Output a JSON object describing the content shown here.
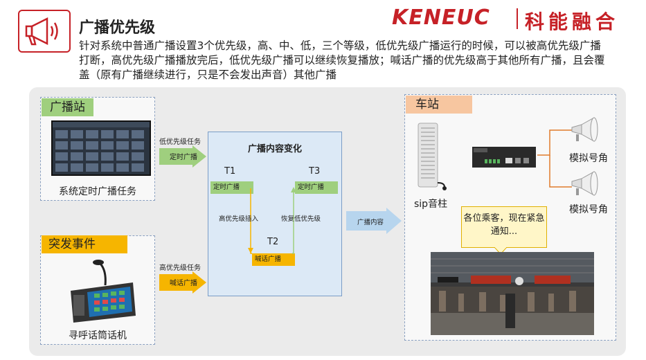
{
  "header": {
    "title": "广播优先级",
    "description": "针对系统中普通广播设置3个优先级，高、中、低，三个等级，低优先级广播运行的时候，可以被高优先级广播打断，高优先级广播播放完后，低优先级广播可以继续恢复播放；喊话广播的优先级高于其他所有广播，且会覆盖（原有广播继续进行，只是不会发出声音）其他广播",
    "logo_en": "KENEUC",
    "logo_cn": "科能融合"
  },
  "left": {
    "station_label": "广播站",
    "station_caption": "系统定时广播任务",
    "event_label": "突发事件",
    "event_caption": "寻呼话筒话机",
    "low_task_label": "低优先级任务",
    "low_task_tag": "定时广播",
    "high_task_label": "高优先级任务",
    "high_task_tag": "喊话广播"
  },
  "middle": {
    "title": "广播内容变化",
    "t1": "T1",
    "t2": "T2",
    "t3": "T3",
    "t1_tag": "定时广播",
    "t2_tag": "喊话广播",
    "t3_tag": "定时广播",
    "insert_label": "高优先级插入",
    "restore_label": "恢复低优先级",
    "output_arrow": "广播内容"
  },
  "right": {
    "station_label": "车站",
    "sip_label": "sip音柱",
    "horn1_label": "模拟号角",
    "horn2_label": "模拟号角",
    "speech": "各位乘客，现在紧急通知..."
  },
  "colors": {
    "accent": "#c62127",
    "green": "#9fcf7e",
    "orange": "#f6b500",
    "peach": "#f7c6a0",
    "box_blue": "#dce9f6"
  }
}
